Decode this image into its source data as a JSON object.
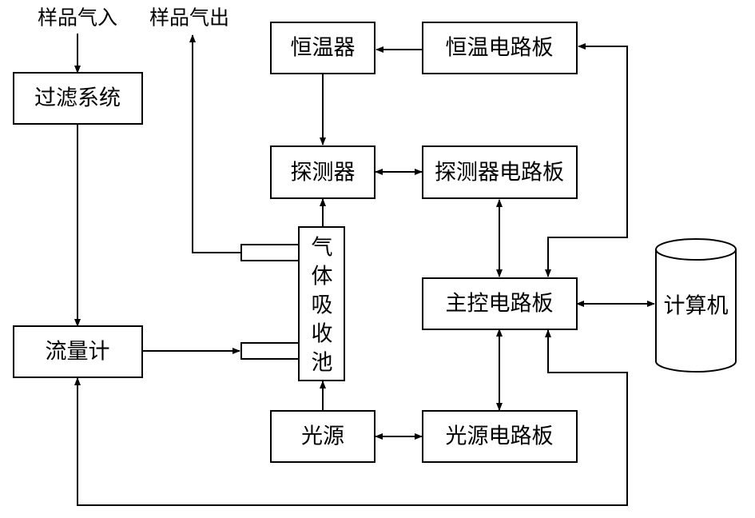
{
  "inputs": {
    "sample_in": "样品气入",
    "sample_out": "样品气出"
  },
  "boxes": {
    "filter_system": "过滤系统",
    "flow_meter": "流量计",
    "thermostat": "恒温器",
    "thermostat_board": "恒温电路板",
    "detector": "探测器",
    "detector_board": "探测器电路板",
    "gas_cell": [
      "气",
      "体",
      "吸",
      "收",
      "池"
    ],
    "main_board": "主控电路板",
    "light_source": "光源",
    "light_source_board": "光源电路板",
    "computer": "计算机"
  },
  "colors": {
    "stroke": "#000000",
    "background": "#ffffff"
  }
}
